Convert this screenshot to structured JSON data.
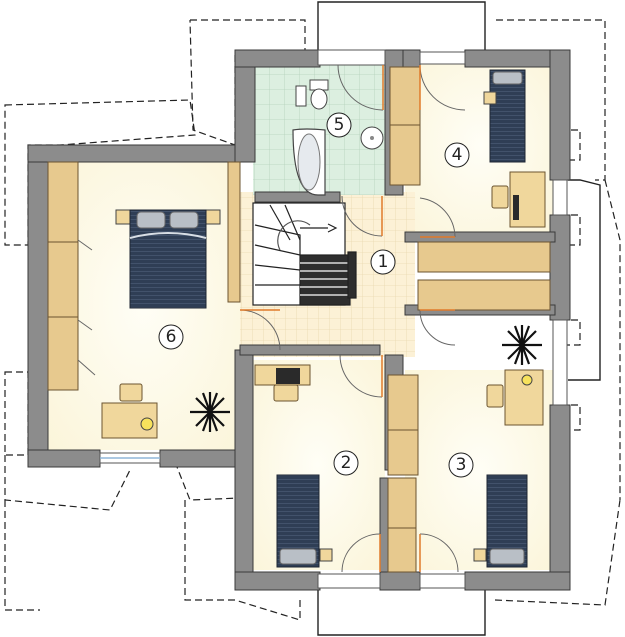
{
  "rooms": [
    {
      "id": "1",
      "label": "1"
    },
    {
      "id": "2",
      "label": "2"
    },
    {
      "id": "3",
      "label": "3"
    },
    {
      "id": "4",
      "label": "4"
    },
    {
      "id": "5",
      "label": "5"
    },
    {
      "id": "6",
      "label": "6"
    }
  ],
  "colors": {
    "wall": "#8c8c8c",
    "wall_edge": "#3a3a3a",
    "floor": "#fdf9e6",
    "hall_tile": "#fcf1d6",
    "bath_tile": "#dcefe0",
    "wardrobe": "#e7c98e",
    "desk": "#f0d79c",
    "bed_cover": "#2f3e55",
    "pillow": "#b9bfc6",
    "stairs": "#333333",
    "roof_outline": "#222222",
    "door_swing": "#e07a2a"
  },
  "icons": [
    "stairs-icon",
    "bed-icon",
    "plant-icon",
    "toilet-icon",
    "bathtub-icon",
    "sink-icon",
    "chair-icon",
    "lamp-icon"
  ]
}
